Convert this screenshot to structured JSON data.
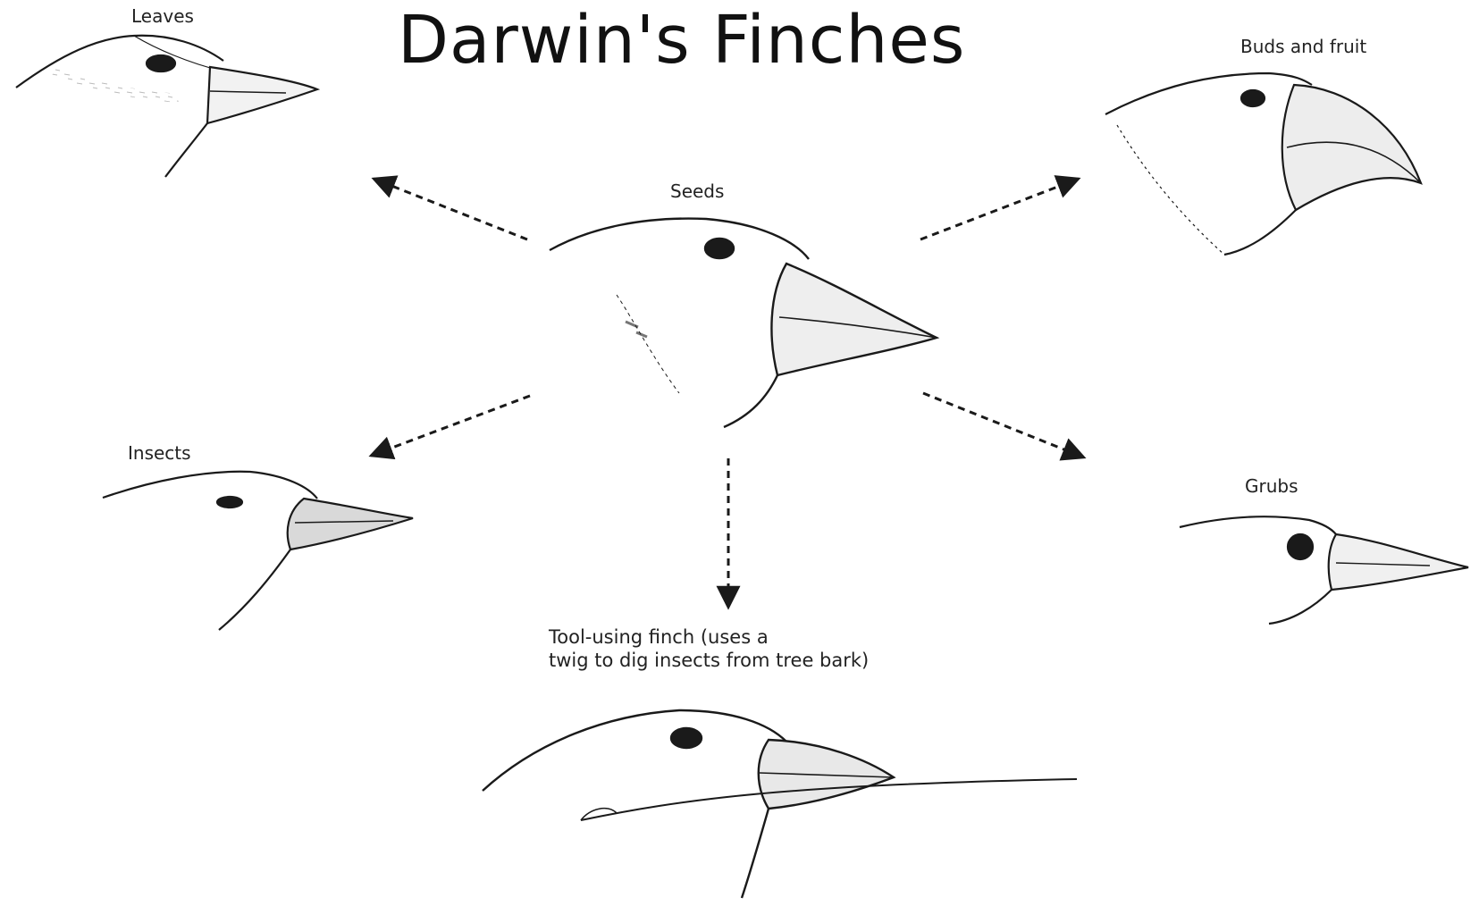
{
  "title": "Darwin's Finches",
  "center": {
    "label": "Seeds"
  },
  "finches": {
    "leaves": {
      "label": "Leaves"
    },
    "buds": {
      "label": "Buds and fruit"
    },
    "insects": {
      "label": "Insects"
    },
    "grubs": {
      "label": "Grubs"
    },
    "tool": {
      "line1": "Tool-using finch (uses a",
      "line2": "twig to dig insects from tree bark)"
    }
  },
  "colors": {
    "ink": "#1a1a1a",
    "background": "#ffffff"
  }
}
